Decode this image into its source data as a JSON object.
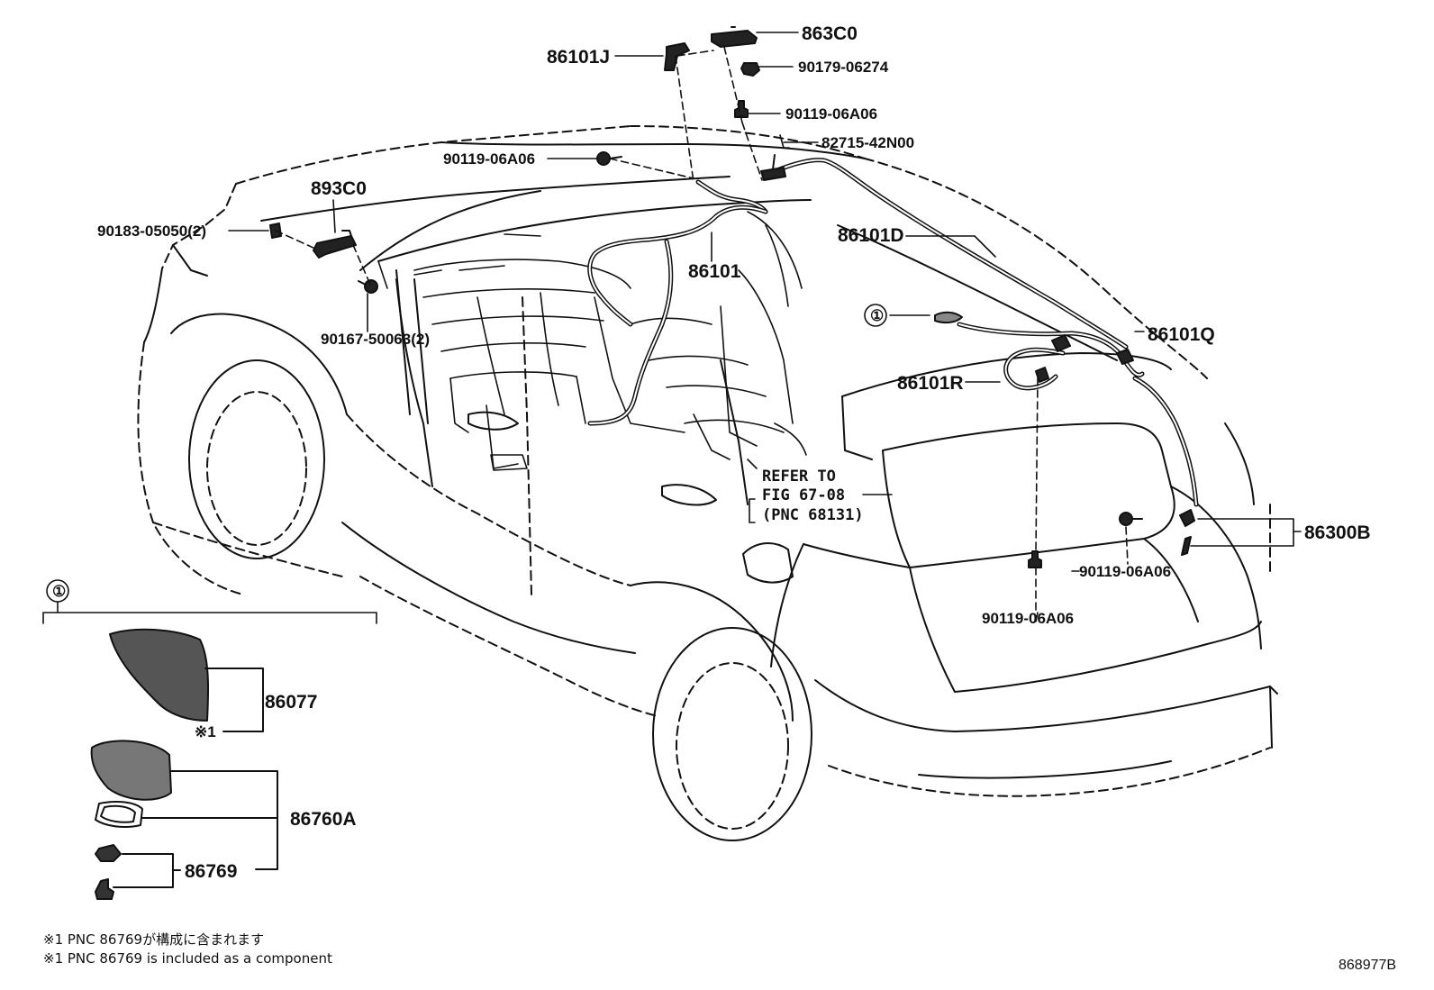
{
  "callouts": {
    "p863C0": "863C0",
    "p86101J": "86101J",
    "p90179_06274": "90179-06274",
    "p90119_06A06_top": "90119-06A06",
    "p82715_42N00": "82715-42N00",
    "p90119_06A06_left": "90119-06A06",
    "p893C0": "893C0",
    "p90183_05050": "90183-05050(2)",
    "p86101": "86101",
    "p86101D": "86101D",
    "p90167_50063": "90167-50063(2)",
    "p86101Q": "86101Q",
    "p86101R": "86101R",
    "p86300B": "86300B",
    "p90119_06A06_right": "90119-06A06",
    "p90119_06A06_bottom": "90119-06A06",
    "p86077": "86077",
    "p86760A": "86760A",
    "p86769": "86769",
    "ref1": "①",
    "ref1_inset": "①",
    "mark1": "※1"
  },
  "refer": {
    "line1": "REFER TO",
    "line2": "FIG 67-08",
    "line3": "(PNC 68131)"
  },
  "notes": {
    "jp": "※1 PNC 86769が構成に含まれます",
    "en": "※1 PNC 86769 is included as a component"
  },
  "figure_number": "868977B"
}
